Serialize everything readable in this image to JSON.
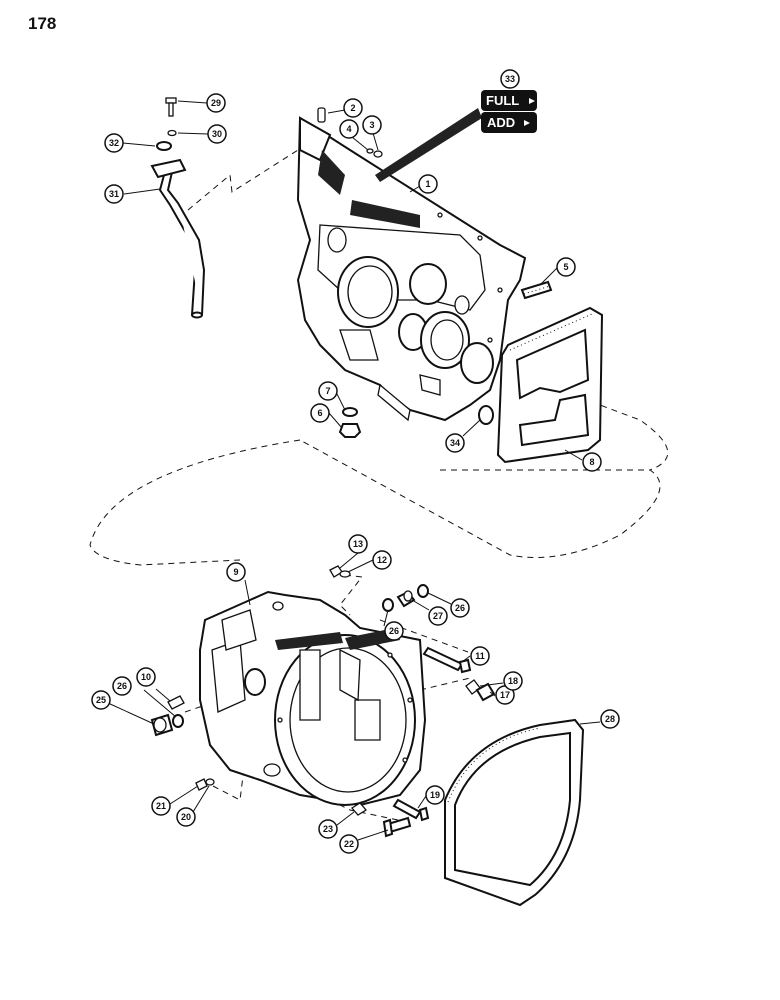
{
  "page": {
    "number": "178"
  },
  "level_label": {
    "full": "FULL",
    "add": "ADD"
  },
  "callouts": {
    "c1": "1",
    "c2": "2",
    "c3": "3",
    "c4": "4",
    "c5": "5",
    "c6": "6",
    "c7": "7",
    "c8": "8",
    "c9": "9",
    "c10": "10",
    "c11": "11",
    "c12": "12",
    "c13": "13",
    "c17": "17",
    "c18": "18",
    "c19": "19",
    "c20": "20",
    "c21": "21",
    "c22": "22",
    "c23": "23",
    "c25": "25",
    "c26a": "26",
    "c26b": "26",
    "c26c": "26",
    "c27": "27",
    "c28": "28",
    "c29": "29",
    "c30": "30",
    "c31": "31",
    "c32": "32",
    "c33": "33",
    "c34": "34"
  }
}
